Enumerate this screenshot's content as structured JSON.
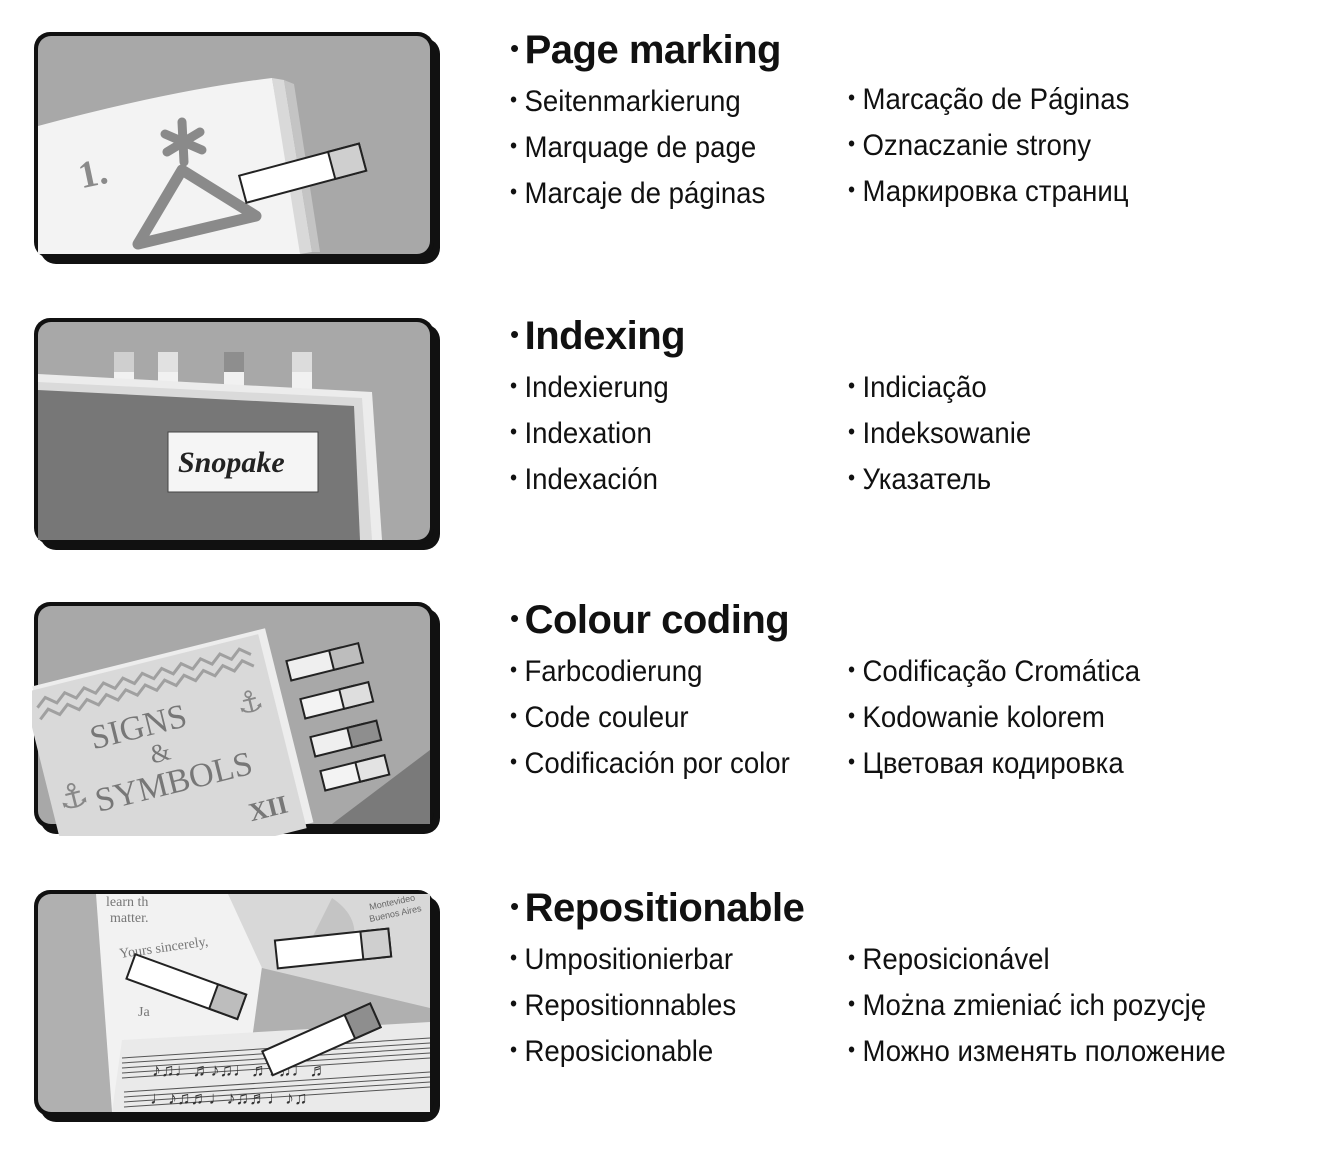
{
  "sections": [
    {
      "heading": "Page marking",
      "items_left": [
        "Seitenmarkierung",
        "Marquage de page",
        "Marcaje de páginas"
      ],
      "items_right": [
        "Marcação de Páginas",
        "Oznaczanie strony",
        "Маркировка страниц"
      ],
      "illustration": {
        "text": "1."
      }
    },
    {
      "heading": "Indexing",
      "items_left": [
        "Indexierung",
        "Indexation",
        "Indexación"
      ],
      "items_right": [
        "Indiciação",
        "Indeksowanie",
        "Указатель"
      ],
      "illustration": {
        "logo": "Snopake"
      }
    },
    {
      "heading": "Colour coding",
      "items_left": [
        "Farbcodierung",
        "Code couleur",
        "Codificación por color"
      ],
      "items_right": [
        "Codificação Cromática",
        "Kodowanie kolorem",
        "Цветовая кодировка"
      ],
      "illustration": {
        "line1": "SIGNS",
        "line2": "&",
        "line3": "SYMBOLS",
        "numeral": "XII"
      }
    },
    {
      "heading": "Repositionable",
      "items_left": [
        "Umpositionierbar",
        "Repositionnables",
        "Reposicionable"
      ],
      "items_right": [
        "Reposicionável",
        "Można zmieniać ich pozycję",
        "Можно изменять положение"
      ],
      "illustration": {
        "letter1": "learn th",
        "letter2": "matter.",
        "letter3": "Yours sincerely,",
        "letter4": "Ja",
        "map1": "Montevideo",
        "map2": "Buenos Aires"
      }
    }
  ],
  "colors": {
    "frame": "#111111",
    "panel": "#a6a6a6",
    "paper": "#f2f2f2",
    "cover": "#777777",
    "tab_light": "#e9e9e9",
    "tab_mid": "#bfbfbf"
  }
}
